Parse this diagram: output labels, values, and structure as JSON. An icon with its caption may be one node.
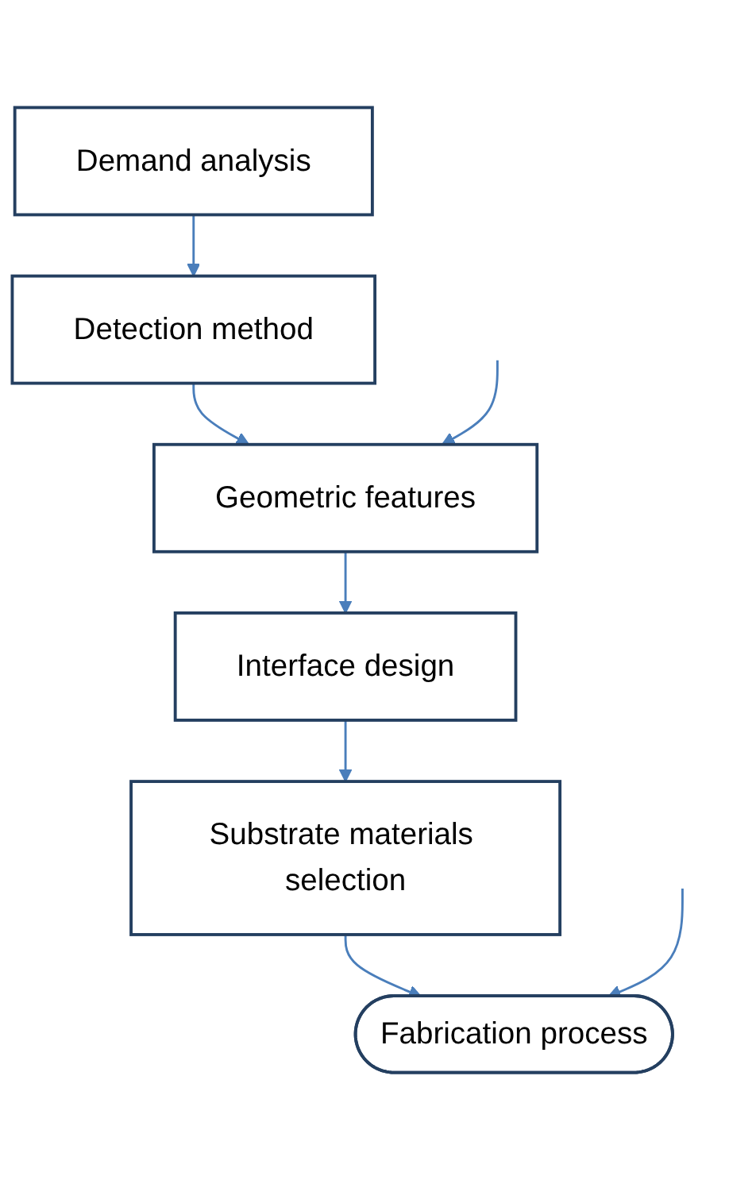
{
  "diagram": {
    "nodes": [
      {
        "text": [
          "Demand analysis"
        ]
      },
      {
        "text": [
          "Detection method"
        ]
      },
      {
        "text": [
          "Geometric features"
        ]
      },
      {
        "text": [
          "Interface design"
        ]
      },
      {
        "text": [
          "Substrate materials selection"
        ]
      },
      {
        "text": [
          "Fabrication process"
        ]
      }
    ],
    "edges": [
      {
        "from": 0,
        "to": 1,
        "arrow": "to"
      },
      {
        "from": 1,
        "to": 2,
        "arrow": "to"
      },
      {
        "from": 2,
        "to": 3,
        "arrow": "to"
      },
      {
        "from": 3,
        "to": 4,
        "arrow": "to"
      },
      {
        "from": 4,
        "to": 5,
        "arrow": "to"
      },
      {
        "from": null,
        "to": 2,
        "arrow": "to"
      },
      {
        "from": null,
        "to": 5,
        "arrow": "to"
      }
    ]
  }
}
